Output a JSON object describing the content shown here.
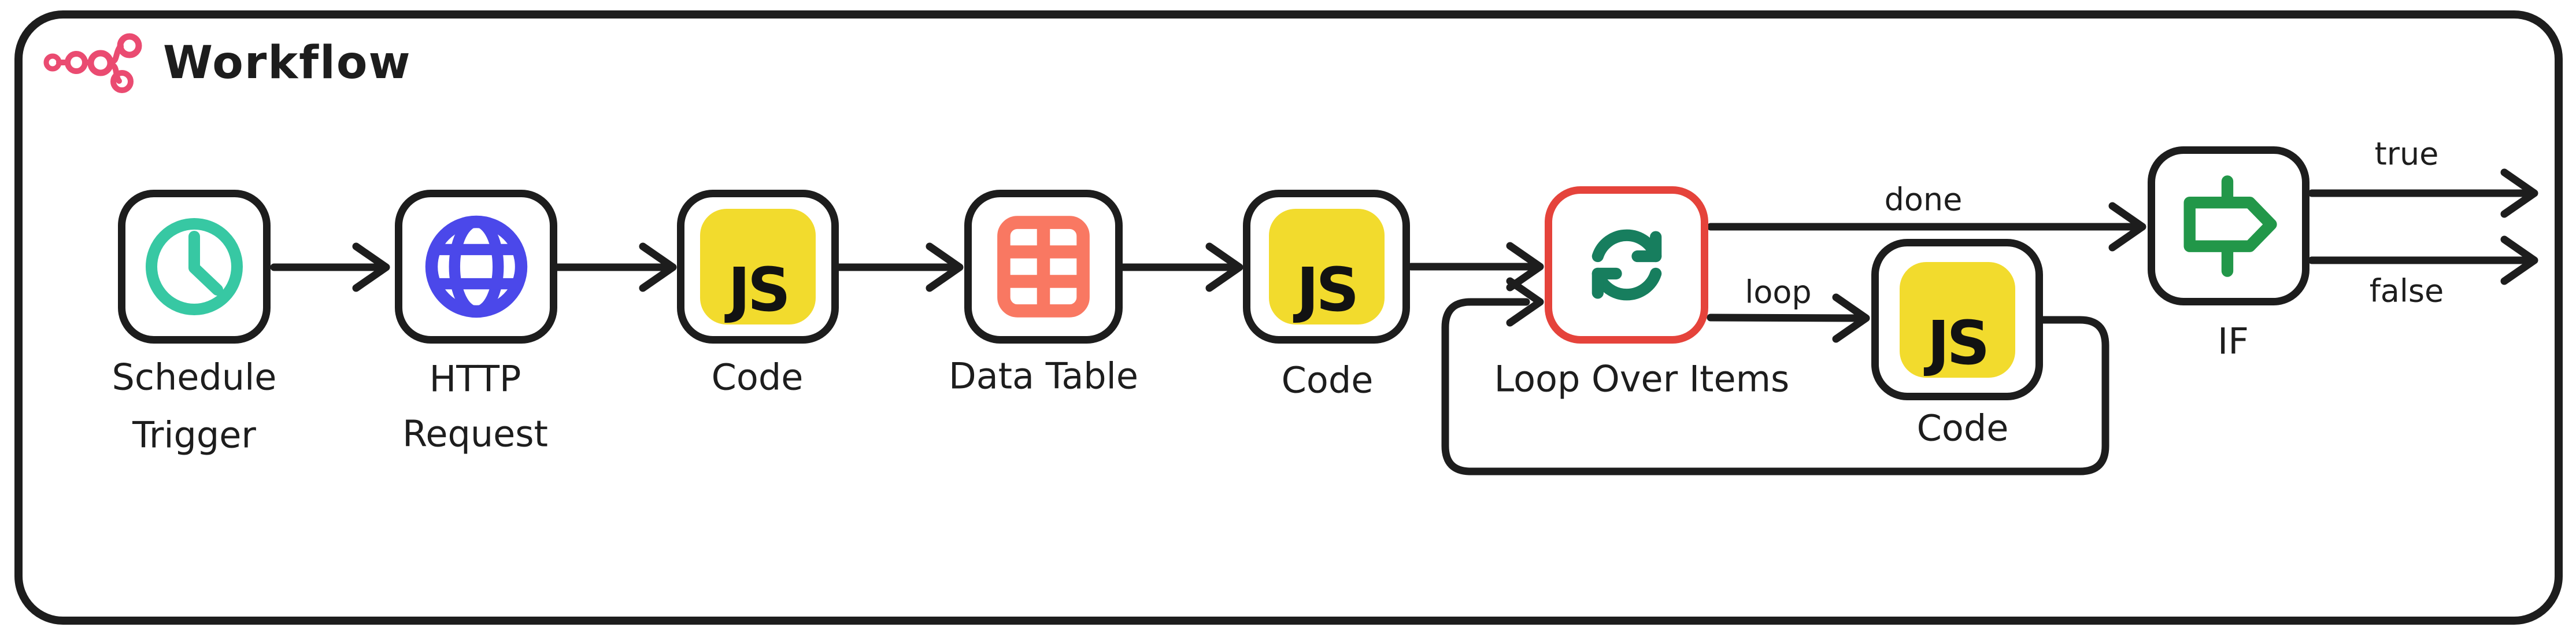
{
  "header": {
    "title": "Workflow"
  },
  "diagram": {
    "nodes": [
      {
        "id": "schedule-trigger",
        "label_lines": [
          "Schedule",
          "Trigger"
        ],
        "icon": "clock-icon"
      },
      {
        "id": "http-request",
        "label_lines": [
          "HTTP",
          "Request"
        ],
        "icon": "globe-icon"
      },
      {
        "id": "code-1",
        "label_lines": [
          "Code"
        ],
        "icon": "js-icon",
        "icon_text": "JS"
      },
      {
        "id": "data-table",
        "label_lines": [
          "Data Table"
        ],
        "icon": "table-icon"
      },
      {
        "id": "code-2",
        "label_lines": [
          "Code"
        ],
        "icon": "js-icon",
        "icon_text": "JS"
      },
      {
        "id": "loop-over-items",
        "label_lines": [
          "Loop Over Items"
        ],
        "icon": "sync-loop-icon",
        "highlighted": true
      },
      {
        "id": "code-3",
        "label_lines": [
          "Code"
        ],
        "icon": "js-icon",
        "icon_text": "JS"
      },
      {
        "id": "if",
        "label_lines": [
          "IF"
        ],
        "icon": "signpost-icon"
      }
    ],
    "edge_labels": {
      "done": "done",
      "loop": "loop",
      "true": "true",
      "false": "false"
    },
    "colors": {
      "ink": "#1d1d1d",
      "node_border": "#1d1d1d",
      "loop_node_border": "#e5433b",
      "clock_teal": "#37c8a3",
      "globe_blue": "#4b48ea",
      "js_yellow": "#f2db2d",
      "table_coral": "#f97862",
      "loop_green": "#177e5e",
      "if_green": "#229749",
      "logo_pink": "#ea4b71",
      "background": "#ffffff"
    }
  }
}
